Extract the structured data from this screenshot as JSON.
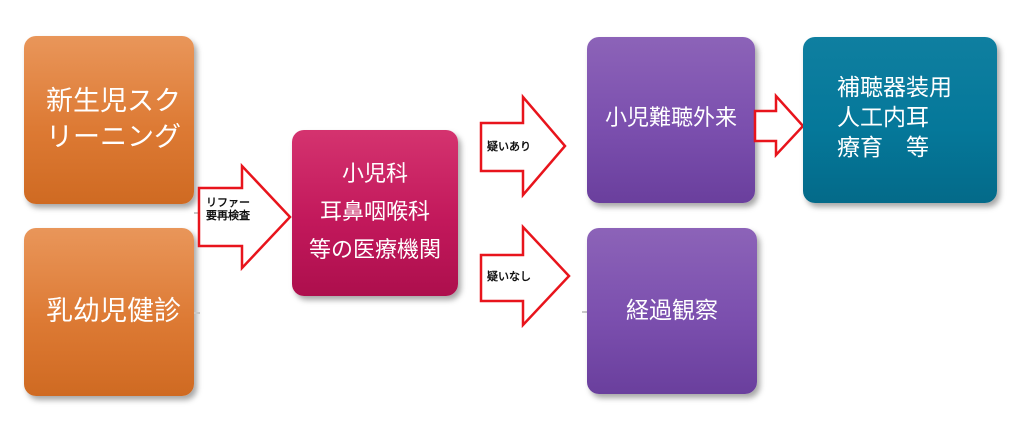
{
  "nodes": {
    "newborn_screening": {
      "lines": [
        "新生児スク",
        "リーニング"
      ]
    },
    "infant_checkup": {
      "lines": [
        "乳幼児健診"
      ]
    },
    "medical": {
      "lines": [
        "小児科",
        "耳鼻咽喉科",
        "等の医療機関"
      ]
    },
    "outpatient": {
      "lines": [
        "小児難聴外来"
      ]
    },
    "observation": {
      "lines": [
        "経過観察"
      ]
    },
    "treatment": {
      "lines": [
        "補聴器装用",
        "人工内耳",
        "療育　等"
      ]
    }
  },
  "edges": {
    "refer": {
      "label_lines": [
        "リファー",
        "要再検査"
      ]
    },
    "suspected": {
      "label": "疑いあり"
    },
    "not_suspected": {
      "label": "疑いなし"
    },
    "to_treatment": {
      "label": ""
    }
  },
  "colors": {
    "screening": "#dd7a34",
    "medical": "#c2185b",
    "outpatient": "#7b4fae",
    "treatment": "#05789a",
    "arrow_stroke": "#e8141c",
    "arrow_fill": "#ffffff"
  }
}
